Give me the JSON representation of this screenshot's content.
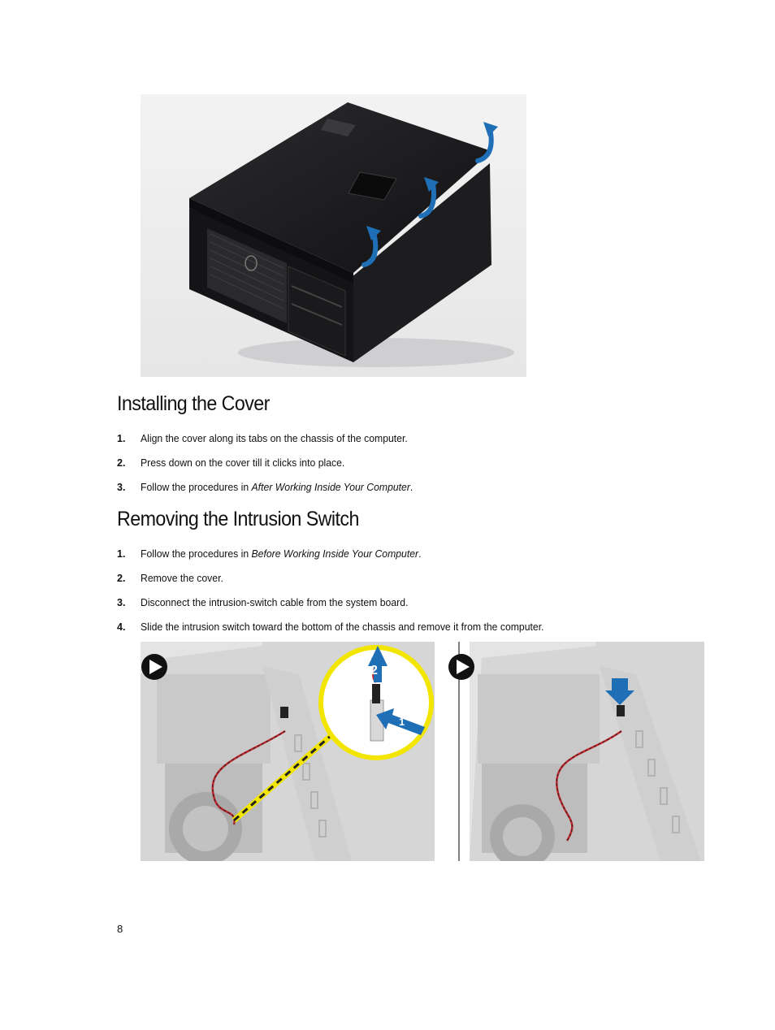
{
  "sections": [
    {
      "heading": "Installing the Cover",
      "steps": [
        {
          "num": "1.",
          "text": "Align the cover along its tabs on the chassis of the computer.",
          "italic": "",
          "after": ""
        },
        {
          "num": "2.",
          "text": "Press down on the cover till it clicks into place.",
          "italic": "",
          "after": ""
        },
        {
          "num": "3.",
          "text": "Follow the procedures in ",
          "italic": "After Working Inside Your Computer",
          "after": "."
        }
      ]
    },
    {
      "heading": "Removing the Intrusion Switch",
      "steps": [
        {
          "num": "1.",
          "text": "Follow the procedures in ",
          "italic": "Before Working Inside Your Computer",
          "after": "."
        },
        {
          "num": "2.",
          "text": "Remove the cover.",
          "italic": "",
          "after": ""
        },
        {
          "num": "3.",
          "text": "Disconnect the intrusion-switch cable from the system board.",
          "italic": "",
          "after": ""
        },
        {
          "num": "4.",
          "text": "Slide the intrusion switch toward the bottom of the chassis and remove it from the computer.",
          "italic": "",
          "after": ""
        }
      ]
    }
  ],
  "figure_callouts": {
    "step_1": "1",
    "step_2": "2"
  },
  "page_number": "8",
  "colors": {
    "arrow_blue": "#1f6fb6",
    "callout_yellow": "#f2e600",
    "cable_red": "#c0262c"
  }
}
